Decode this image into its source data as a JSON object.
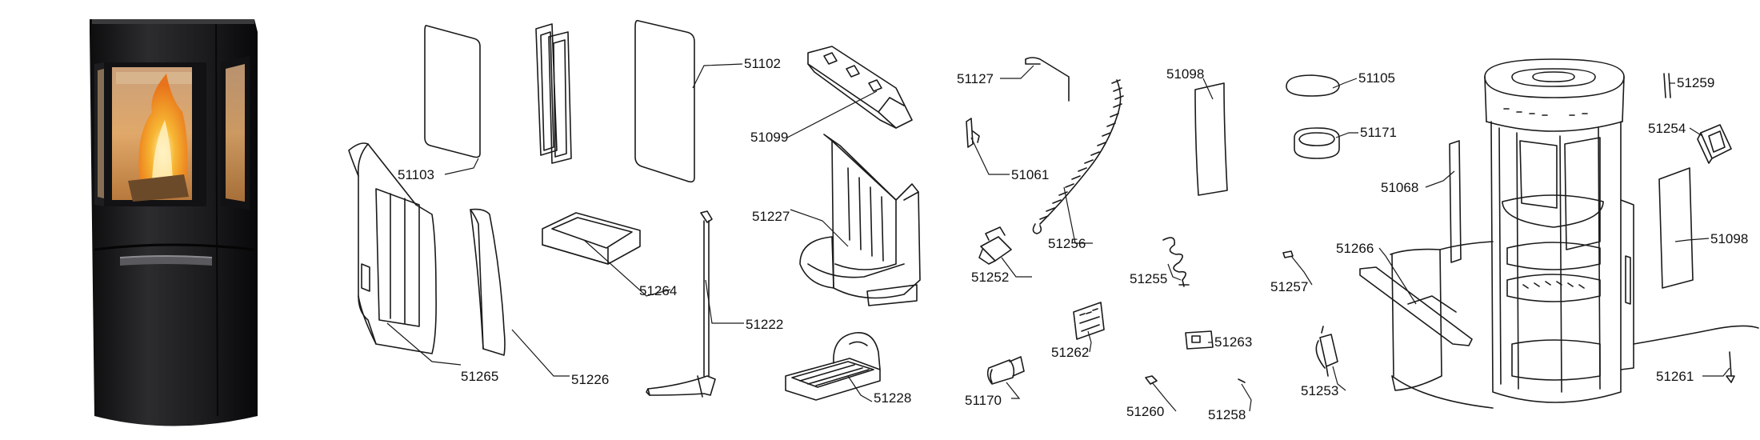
{
  "diagram": {
    "type": "exploded parts diagram",
    "line_color": "#1a1a1a",
    "stove_photo": {
      "body_color": "#1b1b1d",
      "glass_tint": "#2a2a2c",
      "flame_colors": [
        "#f7b733",
        "#e8731a",
        "#fff3c4"
      ],
      "firebox_color": "#c9a47a"
    },
    "labels": [
      {
        "id": "51103",
        "text": "51103"
      },
      {
        "id": "51102",
        "text": "51102"
      },
      {
        "id": "51099",
        "text": "51099"
      },
      {
        "id": "51227",
        "text": "51227"
      },
      {
        "id": "51264",
        "text": "51264"
      },
      {
        "id": "51222",
        "text": "51222"
      },
      {
        "id": "51265",
        "text": "51265"
      },
      {
        "id": "51226",
        "text": "51226"
      },
      {
        "id": "51228",
        "text": "51228"
      },
      {
        "id": "51127",
        "text": "51127"
      },
      {
        "id": "51061",
        "text": "51061"
      },
      {
        "id": "51256",
        "text": "51256"
      },
      {
        "id": "51252",
        "text": "51252"
      },
      {
        "id": "51262",
        "text": "51262"
      },
      {
        "id": "51170",
        "text": "51170"
      },
      {
        "id": "51098a",
        "text": "51098"
      },
      {
        "id": "51255",
        "text": "51255"
      },
      {
        "id": "51260",
        "text": "51260"
      },
      {
        "id": "51258",
        "text": "51258"
      },
      {
        "id": "51263",
        "text": "51263"
      },
      {
        "id": "51105",
        "text": "51105"
      },
      {
        "id": "51171",
        "text": "51171"
      },
      {
        "id": "51257",
        "text": "51257"
      },
      {
        "id": "51253",
        "text": "51253"
      },
      {
        "id": "51068",
        "text": "51068"
      },
      {
        "id": "51266",
        "text": "51266"
      },
      {
        "id": "51259",
        "text": "51259"
      },
      {
        "id": "51254",
        "text": "51254"
      },
      {
        "id": "51098b",
        "text": "51098"
      },
      {
        "id": "51261",
        "text": "51261"
      }
    ]
  }
}
